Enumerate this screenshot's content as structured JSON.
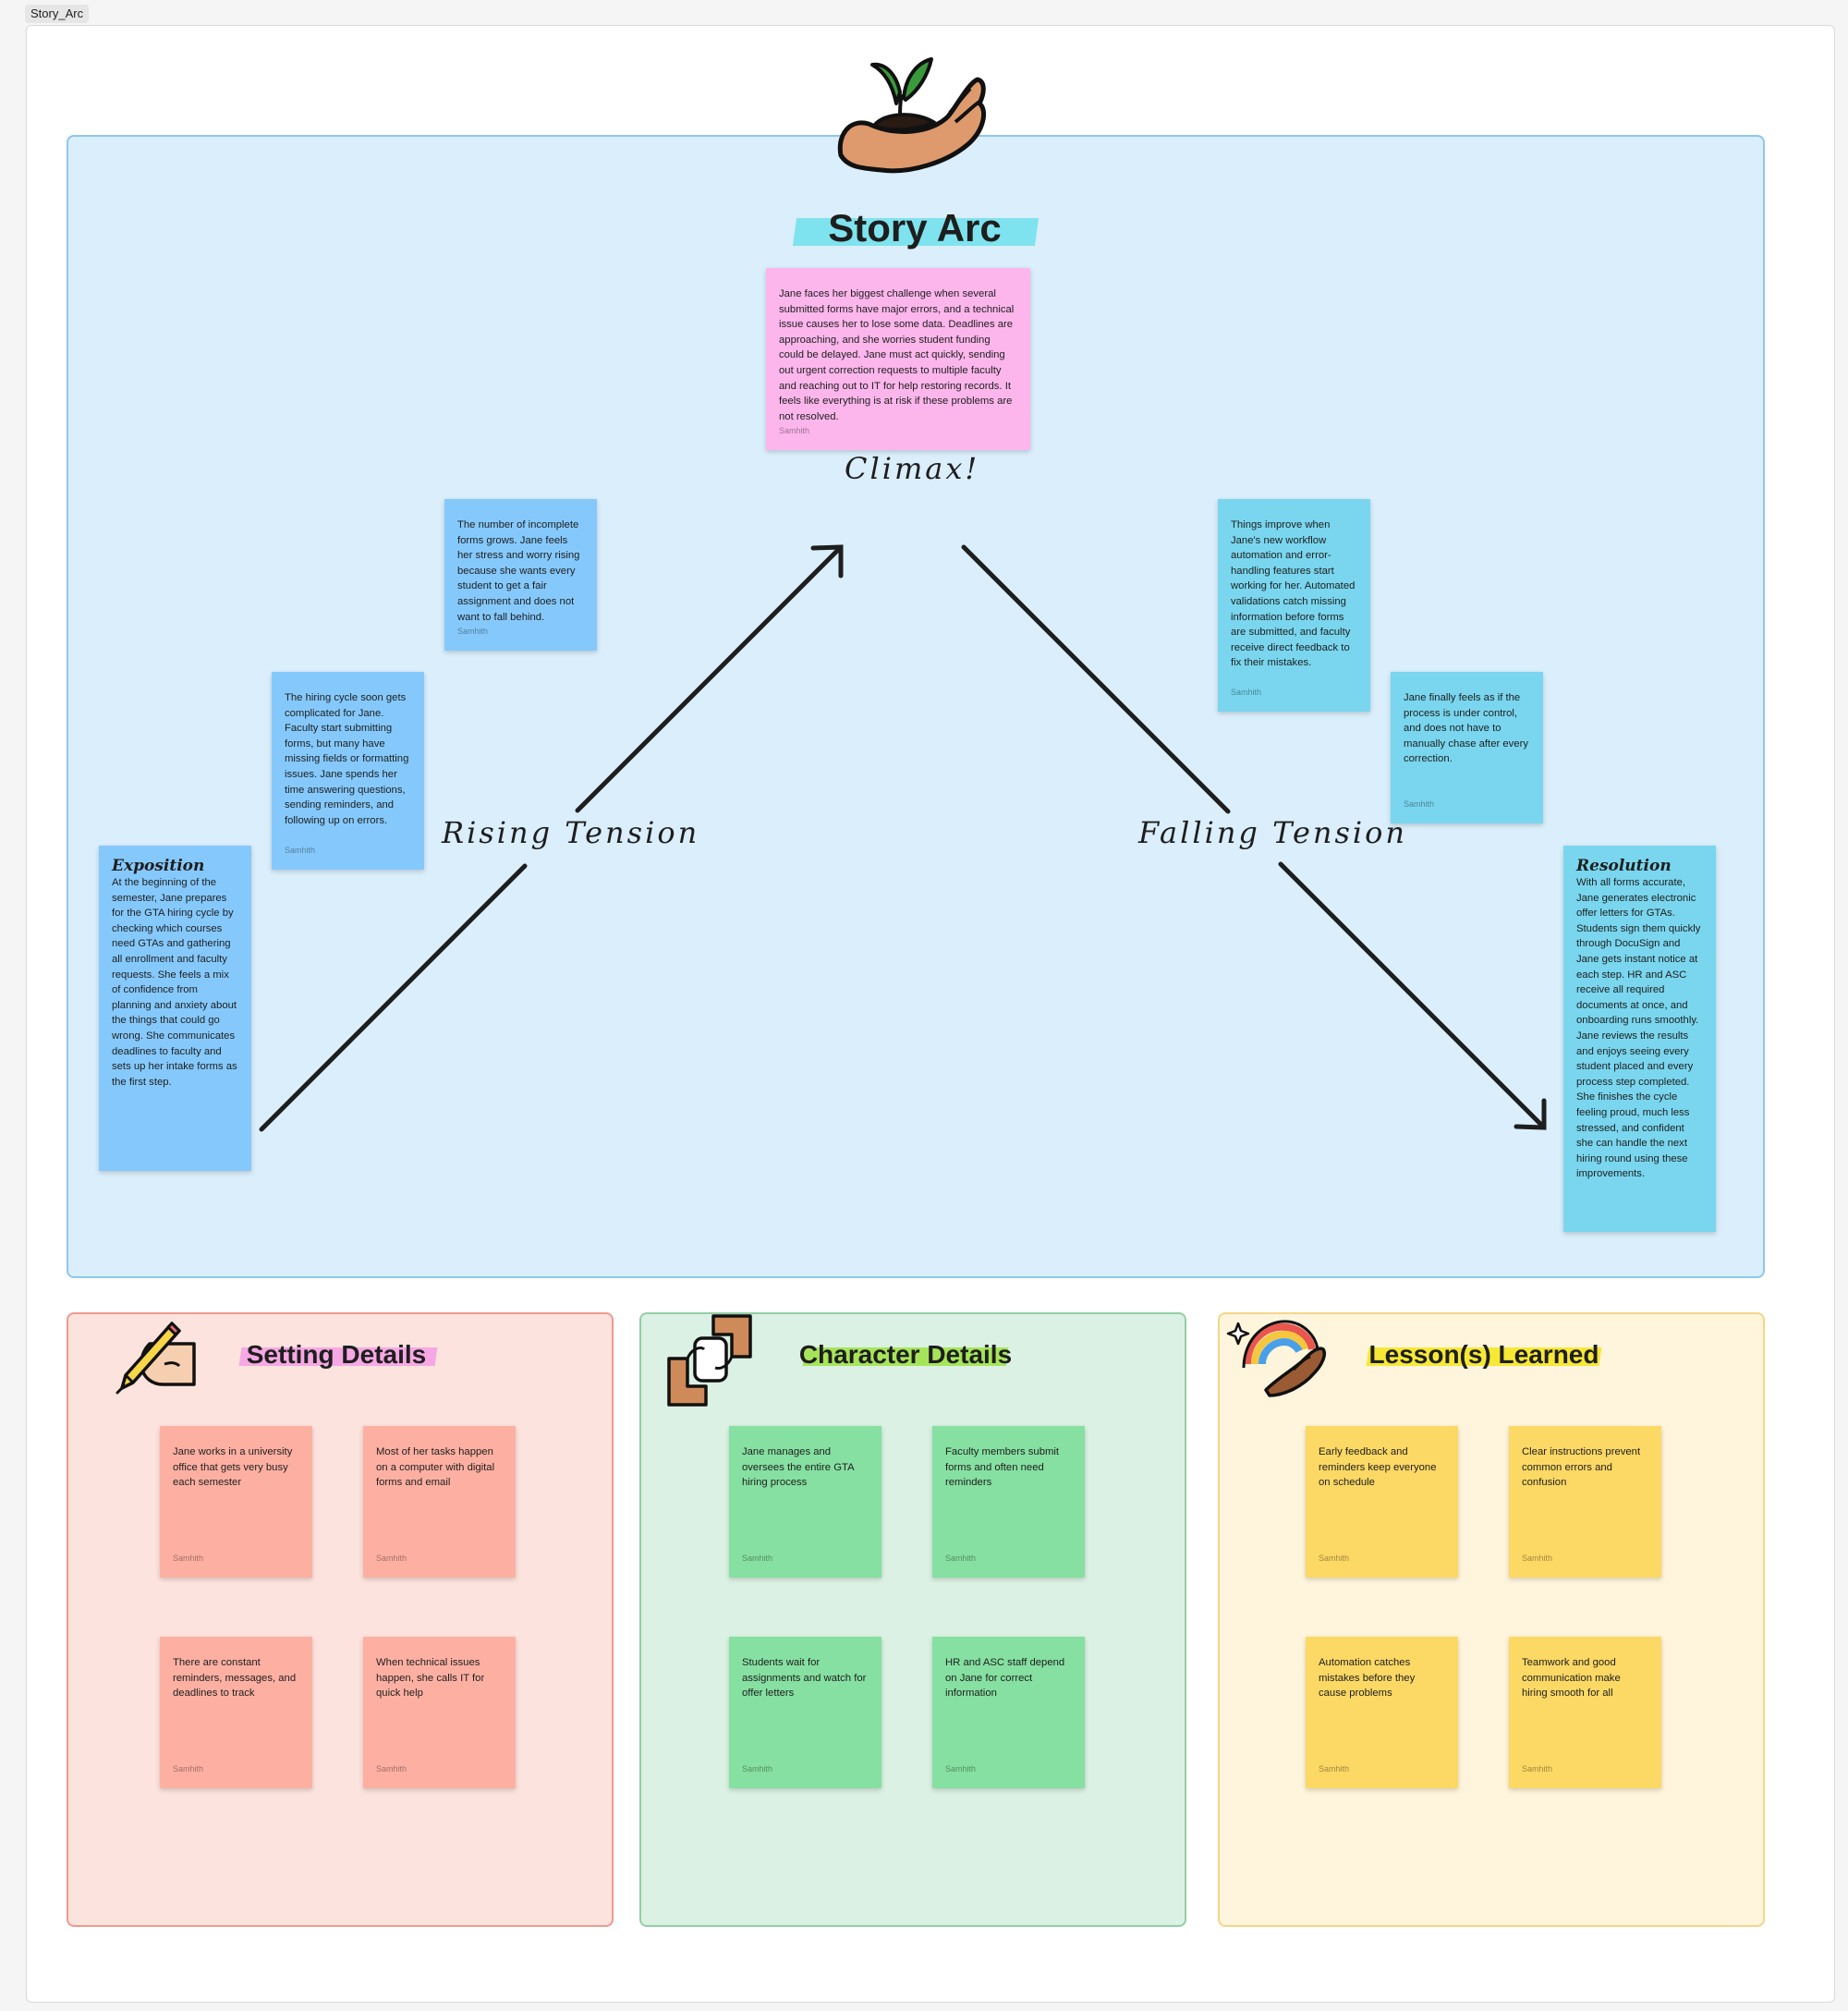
{
  "frame": {
    "label": "Story_Arc"
  },
  "colors": {
    "arc_bg": "#daeefc",
    "setting_bg": "#fde3de",
    "character_bg": "#dbf1e3",
    "lessons_bg": "#fff5dc",
    "sticky_blue": "#85c9fc",
    "sticky_cyan": "#79d6ee",
    "sticky_pink": "#fcb6ec",
    "sticky_salmon": "#fdb0a2",
    "sticky_green": "#86e0a1",
    "sticky_yellow": "#fcd865"
  },
  "icons": {
    "arc": "hand-holding-sprout-icon",
    "setting": "hand-writing-pencil-icon",
    "character": "hands-frame-icon",
    "lessons": "hand-holding-rainbow-icon"
  },
  "arc": {
    "title": "Story Arc",
    "labels": {
      "climax": "Climax!",
      "rising": "Rising Tension",
      "falling": "Falling Tension"
    },
    "stickies": {
      "climax": {
        "text": "Jane faces her biggest challenge when several submitted forms have major errors, and a technical issue causes her to lose some data. Deadlines are approaching, and she worries student funding could be delayed. Jane must act quickly, sending out urgent correction requests to multiple faculty and reaching out to IT for help restoring records. It feels like everything is at risk if these problems are not resolved.",
        "author": "Samhith"
      },
      "rising_top": {
        "text": "The number of incomplete forms grows. Jane feels her stress and worry rising because she wants every student to get a fair assignment and does not want to fall behind.",
        "author": "Samhith"
      },
      "rising_mid": {
        "text": "The hiring cycle soon gets complicated for Jane. Faculty start submitting forms, but many have missing fields or formatting issues. Jane spends her time answering questions, sending reminders, and following up on errors.",
        "author": "Samhith"
      },
      "exposition": {
        "title": "Exposition",
        "text": "At the beginning of the semester, Jane prepares for the GTA hiring cycle by checking which courses need GTAs and gathering all enrollment and faculty requests. She feels a mix of confidence from planning and anxiety about the things that could go wrong. She communicates deadlines to faculty and sets up her intake forms as the first step."
      },
      "falling_top": {
        "text": "Things improve when Jane's new workflow automation and error-handling features start working for her. Automated validations catch missing information before forms are submitted, and faculty receive direct feedback to fix their mistakes.",
        "author": "Samhith"
      },
      "falling_mid": {
        "text": "Jane finally feels as if the process is under control, and does not have to manually chase after every correction.",
        "author": "Samhith"
      },
      "resolution": {
        "title": "Resolution",
        "text": "With all forms accurate, Jane generates electronic offer letters for GTAs. Students sign them quickly through DocuSign and Jane gets instant notice at each step. HR and ASC receive all required documents at once, and onboarding runs smoothly. Jane reviews the results and enjoys seeing every student placed and every process step completed. She finishes the cycle feeling proud, much less stressed, and confident she can handle the next hiring round using these improvements."
      }
    }
  },
  "setting": {
    "title": "Setting Details",
    "stickies": [
      {
        "text": "Jane works in a university office that gets very busy each semester",
        "author": "Samhith"
      },
      {
        "text": "Most of her tasks happen on a computer with digital forms and email",
        "author": "Samhith"
      },
      {
        "text": "There are constant reminders, messages, and deadlines to track",
        "author": "Samhith"
      },
      {
        "text": "When technical issues happen, she calls IT for quick help",
        "author": "Samhith"
      }
    ]
  },
  "character": {
    "title": "Character Details",
    "stickies": [
      {
        "text": "Jane manages and oversees the entire GTA hiring process",
        "author": "Samhith"
      },
      {
        "text": "Faculty members submit forms and often need reminders",
        "author": "Samhith"
      },
      {
        "text": "Students wait for assignments and watch for offer letters",
        "author": "Samhith"
      },
      {
        "text": "HR and ASC staff depend on Jane for correct information",
        "author": "Samhith"
      }
    ]
  },
  "lessons": {
    "title": "Lesson(s) Learned",
    "stickies": [
      {
        "text": "Early feedback and reminders keep everyone on schedule",
        "author": "Samhith"
      },
      {
        "text": "Clear instructions prevent common errors and confusion",
        "author": "Samhith"
      },
      {
        "text": "Automation catches mistakes before they cause problems",
        "author": "Samhith"
      },
      {
        "text": "Teamwork and good communication make hiring smooth for all",
        "author": "Samhith"
      }
    ]
  }
}
